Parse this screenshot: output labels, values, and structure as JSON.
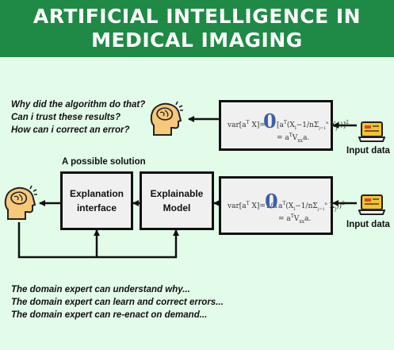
{
  "header": {
    "title_line1": "ARTIFICIAL INTELLIGENCE IN",
    "title_line2": "MEDICAL IMAGING"
  },
  "questions": [
    "Why did the algorithm do that?",
    "Can i trust these results?",
    "How can i correct an error?"
  ],
  "solution_label": "A possible solution",
  "boxes": {
    "interface_line1": "Explanation",
    "interface_line2": "interface",
    "model_line1": "Explainable",
    "model_line2": "Model"
  },
  "formula_top": {
    "lhs": "var[a",
    "sup": "T",
    "lhs2": " X]=",
    "body": "[a",
    "body_sup": "T",
    "body2": "(X",
    "body3": "i",
    "body4": "−",
    "frac": "1",
    "frac_den": "n",
    "sum": "Σ",
    "sum_top": "n",
    "sum_bot": "j=1",
    "xj": "X",
    "xj_sub": "j",
    "close": "))]",
    "power": "2",
    "line2": "= a",
    "line2_sup": "T",
    "line2b": "V",
    "line2_sub": "xx",
    "line2c": "a."
  },
  "formula_bottom": {
    "lhs": "var[a",
    "sup": "T",
    "lhs2": " X]=",
    "frac": "1",
    "frac_den": "n",
    "body": "a",
    "body_sup": "T",
    "body2": "(X",
    "body3": "i",
    "body4": "−",
    "frac2": "1",
    "frac2_den": "n",
    "sum": "Σ",
    "sum_top": "n",
    "sum_bot": "j=1",
    "xj": "X",
    "xj_sub": "j",
    "close": "))",
    "power": "2",
    "line2": "= a",
    "line2_sup": "T",
    "line2b": "V",
    "line2_sub": "xx",
    "line2c": "a."
  },
  "input_label": "Input data",
  "notes": [
    "The domain expert can understand why...",
    "The domain expert can learn and correct errors...",
    "The domain expert can re-enact on demand..."
  ],
  "colors": {
    "banner": "#1f8a45",
    "background": "#e3fbe9",
    "head_fill": "#f7c77a",
    "laptop_screen": "#f4c430"
  },
  "icons": [
    "head-brain-icon",
    "laptop-icon"
  ]
}
